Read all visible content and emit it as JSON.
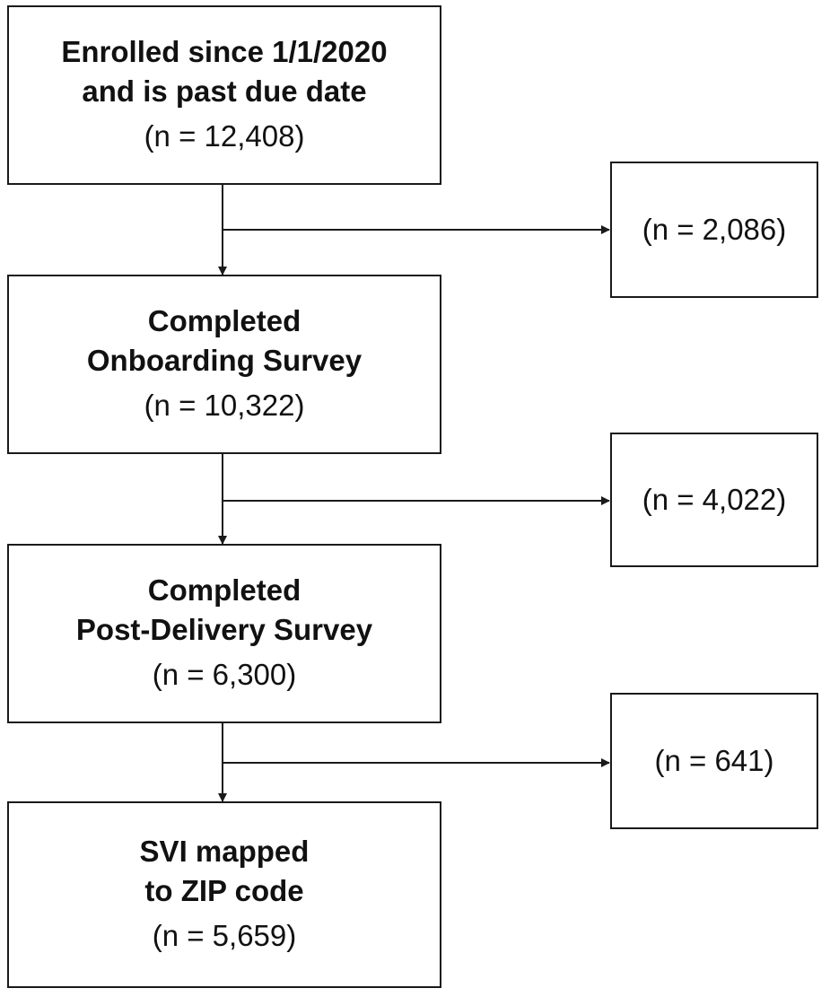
{
  "colors": {
    "stroke": "#1a1a1a",
    "background": "#ffffff",
    "text": "#111111"
  },
  "steps": [
    {
      "title_lines": [
        "Enrolled since 1/1/2020",
        "and is past due date"
      ],
      "count": "(n = 12,408)"
    },
    {
      "title_lines": [
        "Completed",
        "Onboarding Survey"
      ],
      "count": "(n = 10,322)"
    },
    {
      "title_lines": [
        "Completed",
        "Post-Delivery Survey"
      ],
      "count": "(n = 6,300)"
    },
    {
      "title_lines": [
        "SVI mapped",
        "to ZIP code"
      ],
      "count": "(n = 5,659)"
    }
  ],
  "exclusions": [
    {
      "count": "(n = 2,086)"
    },
    {
      "count": "(n = 4,022)"
    },
    {
      "count": "(n = 641)"
    }
  ]
}
